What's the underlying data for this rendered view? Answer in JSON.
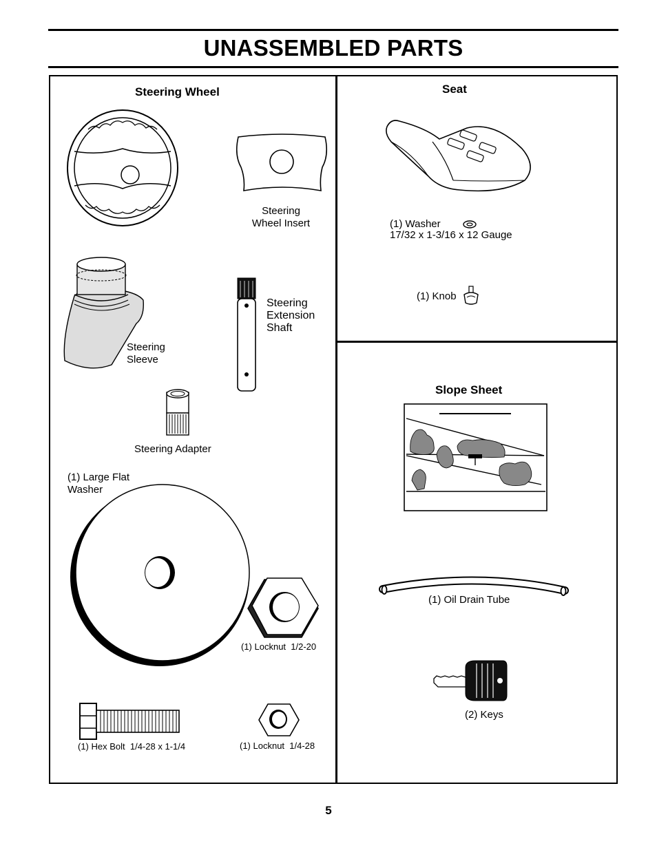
{
  "page": {
    "title": "UNASSEMBLED PARTS",
    "page_number": "5"
  },
  "left_panel": {
    "heading": "Steering Wheel",
    "parts": {
      "steering_wheel_insert": "Steering\nWheel Insert",
      "steering_sleeve": "Steering\nSleeve",
      "steering_extension_shaft": "Steering\nExtension\nShaft",
      "steering_adapter": "Steering Adapter",
      "large_flat_washer": "(1) Large Flat\nWasher",
      "locknut_half": "(1) Locknut  1/2-20",
      "hex_bolt": "(1) Hex Bolt  1/4-28 x 1-1/4",
      "locknut_quarter": "(1) Locknut  1/4-28"
    }
  },
  "right_top_panel": {
    "heading": "Seat",
    "washer_label": "(1) Washer",
    "washer_size": "17/32 x 1-3/16 x 12 Gauge",
    "knob_label": "(1) Knob"
  },
  "right_bottom_panel": {
    "heading": "Slope Sheet",
    "oil_drain_tube": "(1) Oil Drain Tube",
    "keys": "(2) Keys"
  }
}
